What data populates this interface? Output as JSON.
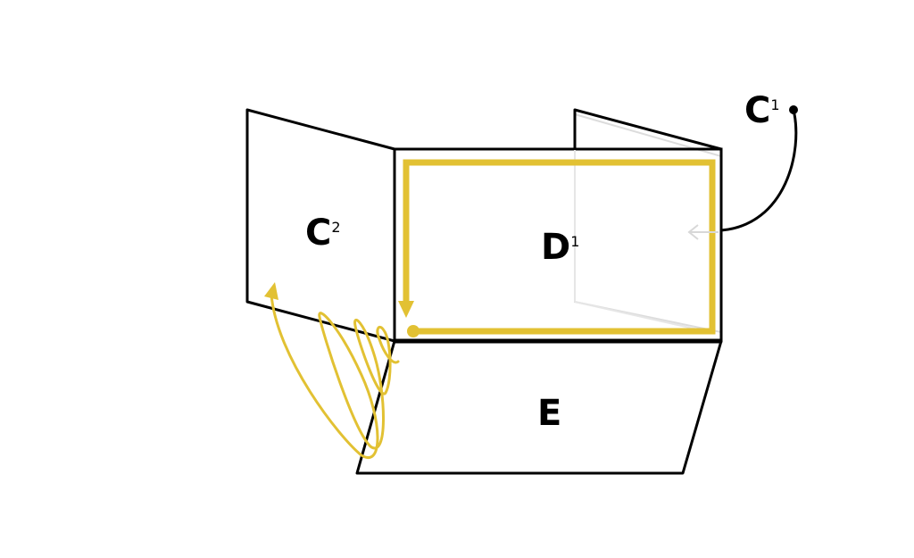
{
  "colors": {
    "outline": "#000000",
    "path": "#e2c133",
    "ghost": "#dcdcdc",
    "background": "#ffffff"
  },
  "panels": {
    "c2": {
      "letter": "C",
      "index": "2"
    },
    "d1": {
      "letter": "D",
      "index": "1"
    },
    "e": {
      "letter": "E"
    },
    "c1": {
      "letter": "C",
      "index": "1"
    }
  },
  "icons": {
    "fold_path": "rectangular-arrow-path",
    "spiral": "spiral-arrow",
    "pointer": "ghost-arrow"
  }
}
